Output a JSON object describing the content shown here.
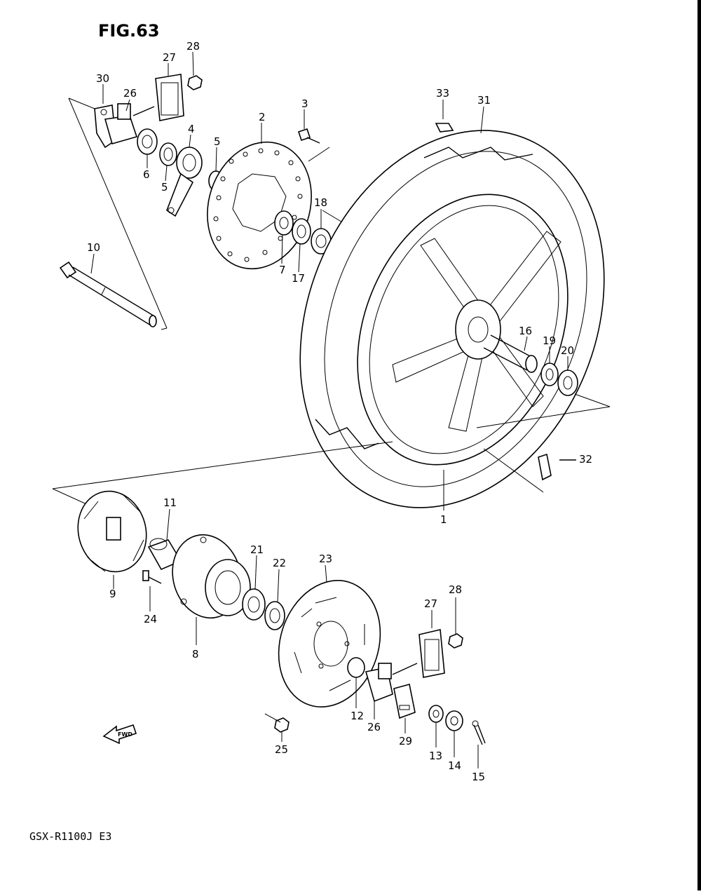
{
  "figure_title": "FIG.63",
  "model_code": "GSX-R1100J E3",
  "direction_marker": "FWD",
  "part_numbers": {
    "p1": "1",
    "p2": "2",
    "p3": "3",
    "p4": "4",
    "p5a": "5",
    "p5b": "5",
    "p6": "6",
    "p7": "7",
    "p8": "8",
    "p9": "9",
    "p10": "10",
    "p11": "11",
    "p12": "12",
    "p13": "13",
    "p14": "14",
    "p15": "15",
    "p16": "16",
    "p17": "17",
    "p18": "18",
    "p19": "19",
    "p20": "20",
    "p21": "21",
    "p22": "22",
    "p23": "23",
    "p24": "24",
    "p25": "25",
    "p26a": "26",
    "p26b": "26",
    "p27a": "27",
    "p27b": "27",
    "p28a": "28",
    "p28b": "28",
    "p29": "29",
    "p30": "30",
    "p31": "31",
    "p32": "32",
    "p33": "33"
  }
}
